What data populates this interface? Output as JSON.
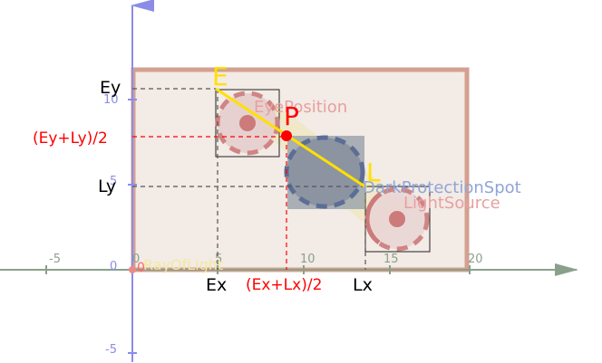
{
  "labels": {
    "E": "E",
    "P": "P",
    "L": "L",
    "ey": "Ey",
    "ly": "Ly",
    "mid_y": "(Ey+Ly)/2",
    "ex": "Ex",
    "lx": "Lx",
    "mid_x": "(Ex+Lx)/2",
    "eye_position": "EyePosition",
    "dark_spot": "DarkProtectionSpot",
    "light_source": "LightSource",
    "ray_label": "RayOfLight",
    "origin_marks": "0"
  },
  "ticks": {
    "x": [
      "-5",
      "0",
      "5",
      "10",
      "15",
      "20"
    ],
    "y": [
      "10",
      "5",
      "0",
      "-5"
    ]
  },
  "colors": {
    "axis_x": "#8aa08a",
    "axis_y": "#8c8ce8",
    "room_border": "#d4a090",
    "room_fill": "#f2ebe6",
    "eye": "#cc7a7a",
    "dark": "#5c6e96",
    "light": "#cc7a7a",
    "segment": "#ffe000",
    "midpoint": "#ff0000",
    "guide": "#555555",
    "guide_red": "#ff0000"
  }
}
